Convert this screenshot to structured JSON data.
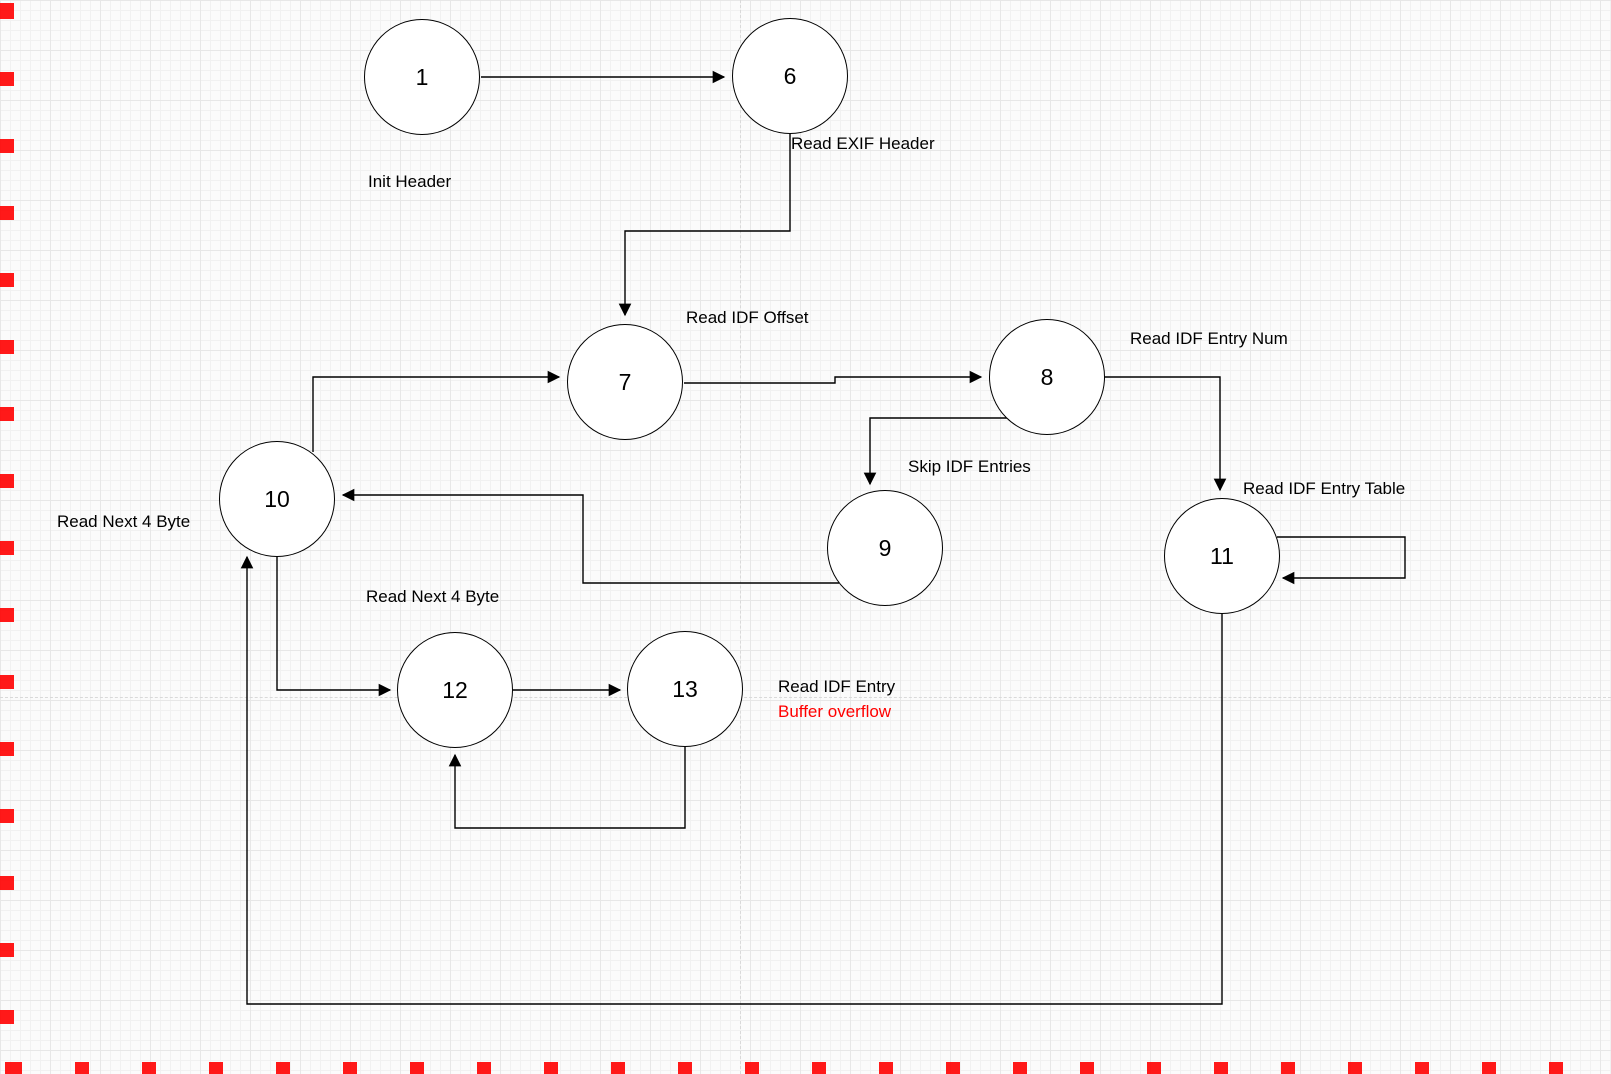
{
  "canvas": {
    "background_color": "#fbfbfb",
    "grid_minor_color": "#f1f1f1",
    "grid_major_color": "#e7e7e7",
    "page_break_color": "#d9d9d9",
    "edge_mark_color": "#ff0000",
    "shape_stroke_color": "#000000",
    "shape_fill_color": "#ffffff"
  },
  "diagram": {
    "type": "state-flow-diagram",
    "nodes": [
      {
        "id": "n1",
        "label": "1"
      },
      {
        "id": "n6",
        "label": "6"
      },
      {
        "id": "n7",
        "label": "7"
      },
      {
        "id": "n8",
        "label": "8"
      },
      {
        "id": "n9",
        "label": "9"
      },
      {
        "id": "n10",
        "label": "10"
      },
      {
        "id": "n11",
        "label": "11"
      },
      {
        "id": "n12",
        "label": "12"
      },
      {
        "id": "n13",
        "label": "13"
      }
    ],
    "edges": [
      {
        "from": "1",
        "to": "6"
      },
      {
        "from": "6",
        "to": "7"
      },
      {
        "from": "7",
        "to": "8"
      },
      {
        "from": "8",
        "to": "9"
      },
      {
        "from": "8",
        "to": "11"
      },
      {
        "from": "9",
        "to": "10"
      },
      {
        "from": "10",
        "to": "7"
      },
      {
        "from": "10",
        "to": "12"
      },
      {
        "from": "12",
        "to": "13"
      },
      {
        "from": "13",
        "to": "12"
      },
      {
        "from": "11",
        "to": "11"
      },
      {
        "from": "11",
        "to": "10"
      }
    ],
    "labels": [
      {
        "id": "init-header",
        "text": "Init Header",
        "color": "#000000"
      },
      {
        "id": "read-exif-header",
        "text": "Read EXIF Header",
        "color": "#000000"
      },
      {
        "id": "read-idf-offset",
        "text": "Read IDF Offset",
        "color": "#000000"
      },
      {
        "id": "read-idf-entry-num",
        "text": "Read IDF Entry Num",
        "color": "#000000"
      },
      {
        "id": "skip-idf-entries",
        "text": "Skip IDF Entries",
        "color": "#000000"
      },
      {
        "id": "read-idf-entry-table",
        "text": "Read IDF Entry Table",
        "color": "#000000"
      },
      {
        "id": "read-next-4-byte-loop",
        "text": "Read Next 4 Byte",
        "color": "#000000"
      },
      {
        "id": "read-next-4-byte-seq",
        "text": "Read Next 4 Byte",
        "color": "#000000"
      },
      {
        "id": "read-idf-entry",
        "text": "Read IDF Entry",
        "color": "#000000"
      },
      {
        "id": "buffer-overflow",
        "text": "Buffer overflow",
        "color": "#ff0000"
      }
    ]
  }
}
